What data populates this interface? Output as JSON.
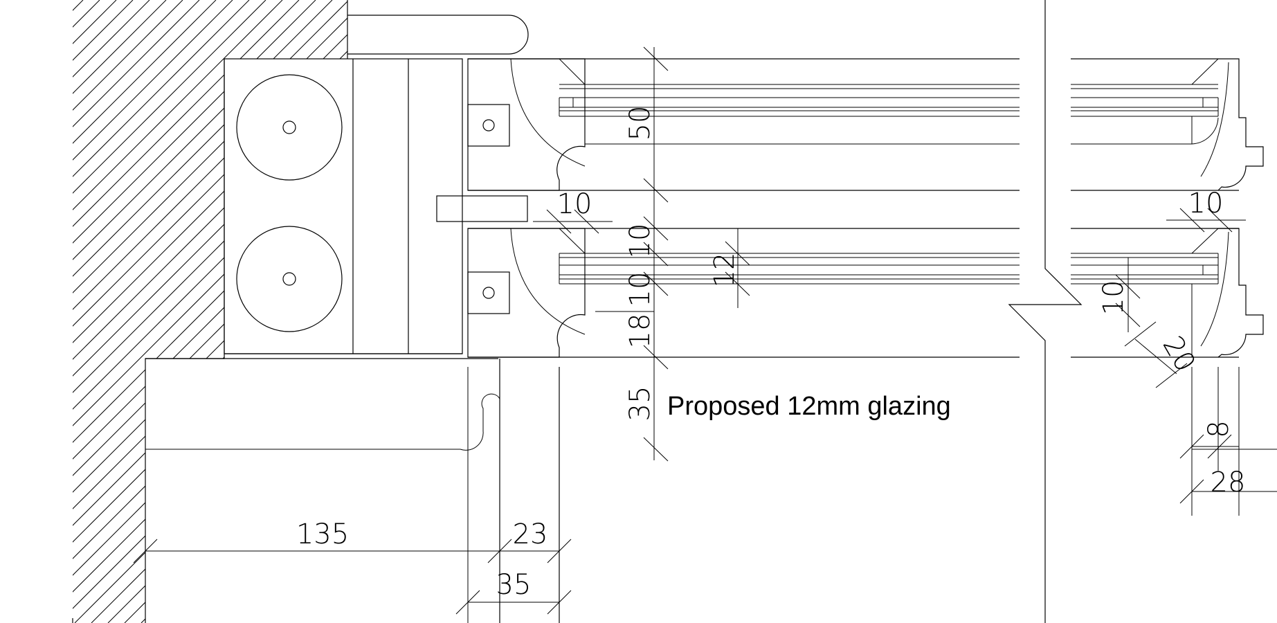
{
  "note": "Proposed 12mm glazing",
  "dims": {
    "d50": "50",
    "d10a": "10",
    "d10b": "10",
    "d12": "12",
    "d10c": "10",
    "d18": "18",
    "d35v": "35",
    "d135": "135",
    "d23": "23",
    "d35h": "35",
    "r10a": "10",
    "r10b": "10",
    "r20": "20",
    "r8": "8",
    "r28": "28"
  }
}
